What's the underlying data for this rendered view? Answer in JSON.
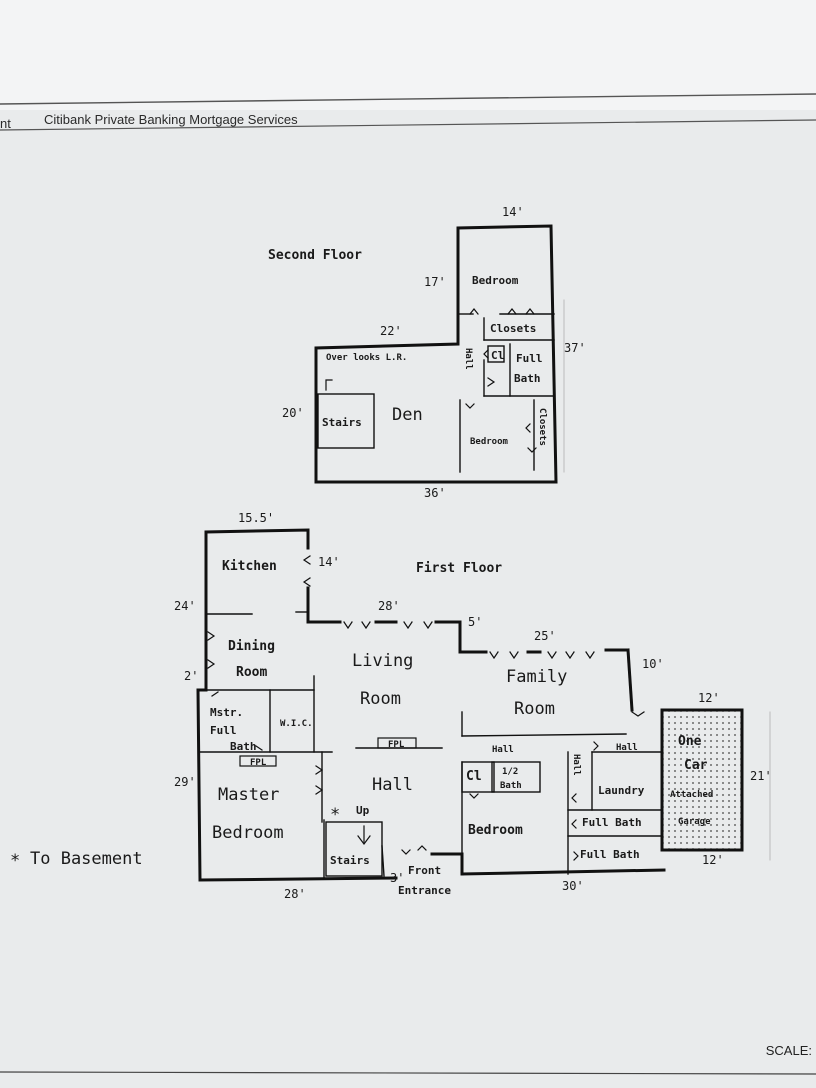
{
  "document": {
    "header_left_fragment": "nt",
    "header_title": "Citibank Private Banking Mortgage Services",
    "scale_label": "SCALE:"
  },
  "second_floor": {
    "title": "Second Floor",
    "rooms": {
      "bedroom_top": "Bedroom",
      "closets_top": "Closets",
      "cl": "Cl",
      "full_bath_1": "Full",
      "full_bath_2": "Bath",
      "hall": "Hall",
      "overlooks": "Over looks L.R.",
      "stairs": "Stairs",
      "den": "Den",
      "bedroom_bottom": "Bedroom",
      "closets_side": "Closets"
    },
    "dims": {
      "top": "14'",
      "bedroom_h": "17'",
      "ledge": "22'",
      "right": "37'",
      "left": "20'",
      "bottom": "36'"
    }
  },
  "first_floor": {
    "title": "First Floor",
    "rooms": {
      "kitchen": "Kitchen",
      "dining_1": "Dining",
      "dining_2": "Room",
      "living_1": "Living",
      "living_2": "Room",
      "family_1": "Family",
      "family_2": "Room",
      "mstr_1": "Mstr.",
      "mstr_2": "Full",
      "mstr_3": "Bath",
      "wic": "W.I.C.",
      "fpl_1": "FPL",
      "fpl_2": "FPL",
      "master_1": "Master",
      "master_2": "Bedroom",
      "hall_main": "Hall",
      "hall_left": "Hall",
      "hall_right": "Hall",
      "hall_vertical": "Hall",
      "cl": "Cl",
      "half_bath_1": "1/2",
      "half_bath_2": "Bath",
      "bedroom": "Bedroom",
      "laundry": "Laundry",
      "full_bath_a": "Full Bath",
      "full_bath_b": "Full Bath",
      "up": "Up",
      "stairs": "Stairs",
      "front_1": "Front",
      "front_2": "Entrance",
      "garage_1": "One",
      "garage_2": "Car",
      "garage_3": "Attached",
      "garage_4": "Garage",
      "to_basement": "To Basement"
    },
    "dims": {
      "kitchen_w": "15.5'",
      "kitchen_h": "14'",
      "left_upper": "24'",
      "living_w": "28'",
      "step": "5'",
      "family_w": "25'",
      "family_h": "10'",
      "garage_w_top": "12'",
      "left_gap": "2'",
      "left_lower": "29'",
      "garage_h": "21'",
      "garage_w_bottom": "12'",
      "bottom_left": "28'",
      "entrance_gap": "3'",
      "bottom_right": "30'"
    }
  }
}
